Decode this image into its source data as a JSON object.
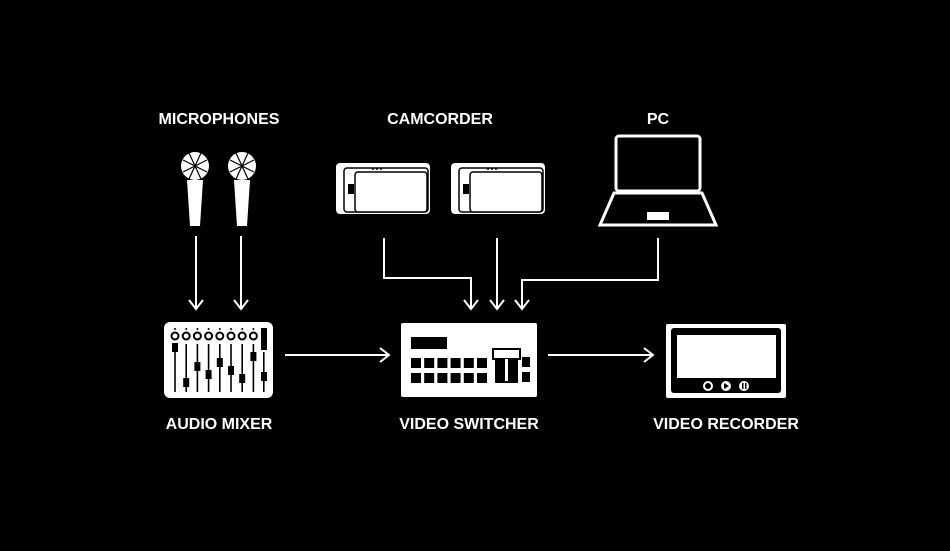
{
  "labels": {
    "microphones": "MICROPHONES",
    "camcorder": "CAMCORDER",
    "pc": "PC",
    "audio_mixer": "AUDIO MIXER",
    "video_switcher": "VIDEO SWITCHER",
    "video_recorder": "VIDEO RECORDER"
  },
  "colors": {
    "background": "#000000",
    "foreground": "#ffffff"
  }
}
